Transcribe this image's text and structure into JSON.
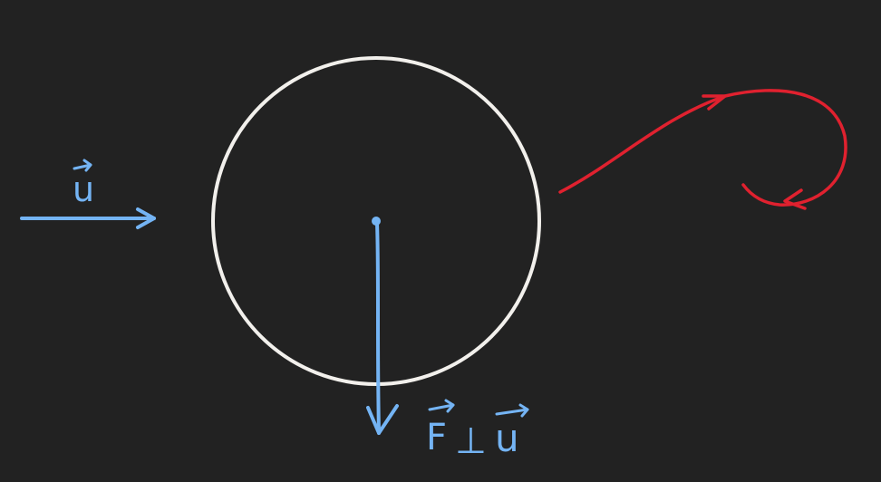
{
  "colors": {
    "background": "#222222",
    "circle": "#f2f0ec",
    "blue": "#74b4f4",
    "red": "#e0212f"
  },
  "labels": {
    "velocity": "u",
    "force_relation": "F⊥u",
    "force_symbol": "F",
    "perp_symbol": "⊥",
    "force_velocity_symbol": "u"
  }
}
